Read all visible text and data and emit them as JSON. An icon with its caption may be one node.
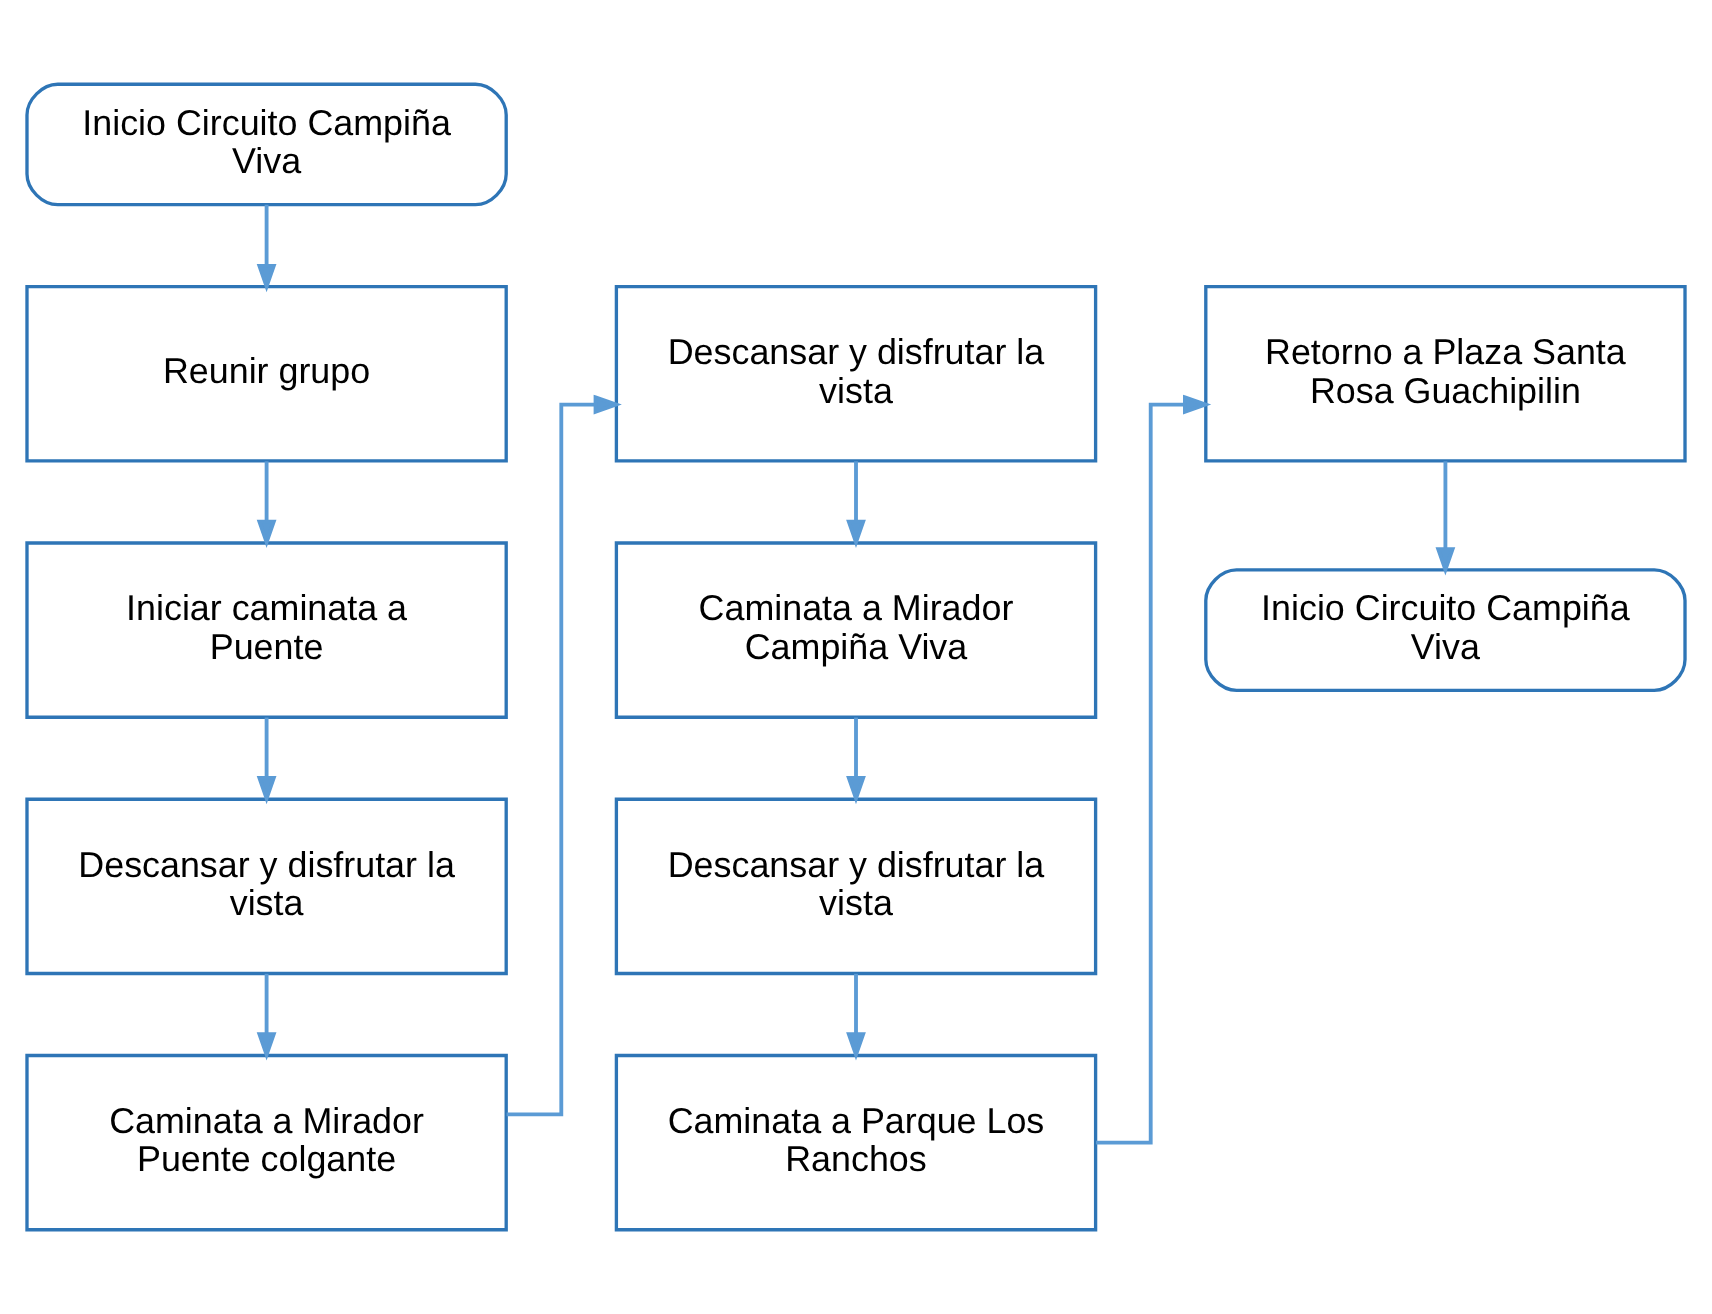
{
  "diagram": {
    "nodes": [
      {
        "text": [
          "Inicio Circuito Campiña Viva"
        ]
      },
      {
        "text": [
          "Reunir grupo"
        ]
      },
      {
        "text": [
          "Iniciar caminata a Puente"
        ]
      },
      {
        "text": [
          "Descansar y disfrutar la vista"
        ]
      },
      {
        "text": [
          "Caminata a Mirador Puente colgante"
        ]
      },
      {
        "text": [
          "Descansar y disfrutar la vista"
        ]
      },
      {
        "text": [
          "Caminata a Mirador Campiña Viva"
        ]
      },
      {
        "text": [
          "Descansar y disfrutar la vista"
        ]
      },
      {
        "text": [
          "Caminata a Parque Los Ranchos"
        ]
      },
      {
        "text": [
          "Retorno a Plaza Santa Rosa Guachipilin"
        ]
      },
      {
        "text": [
          "Inicio Circuito Campiña Viva"
        ]
      }
    ],
    "edges": [
      {
        "from": 0,
        "to": 1,
        "arrow": "to"
      },
      {
        "from": 1,
        "to": 2,
        "arrow": "to"
      },
      {
        "from": 2,
        "to": 3,
        "arrow": "to"
      },
      {
        "from": 3,
        "to": 4,
        "arrow": "to"
      },
      {
        "from": 4,
        "to": 5,
        "arrow": "to"
      },
      {
        "from": 5,
        "to": 6,
        "arrow": "to"
      },
      {
        "from": 6,
        "to": 7,
        "arrow": "to"
      },
      {
        "from": 7,
        "to": 8,
        "arrow": "to"
      },
      {
        "from": 8,
        "to": 9,
        "arrow": "to"
      },
      {
        "from": 9,
        "to": 10,
        "arrow": "to"
      }
    ]
  }
}
